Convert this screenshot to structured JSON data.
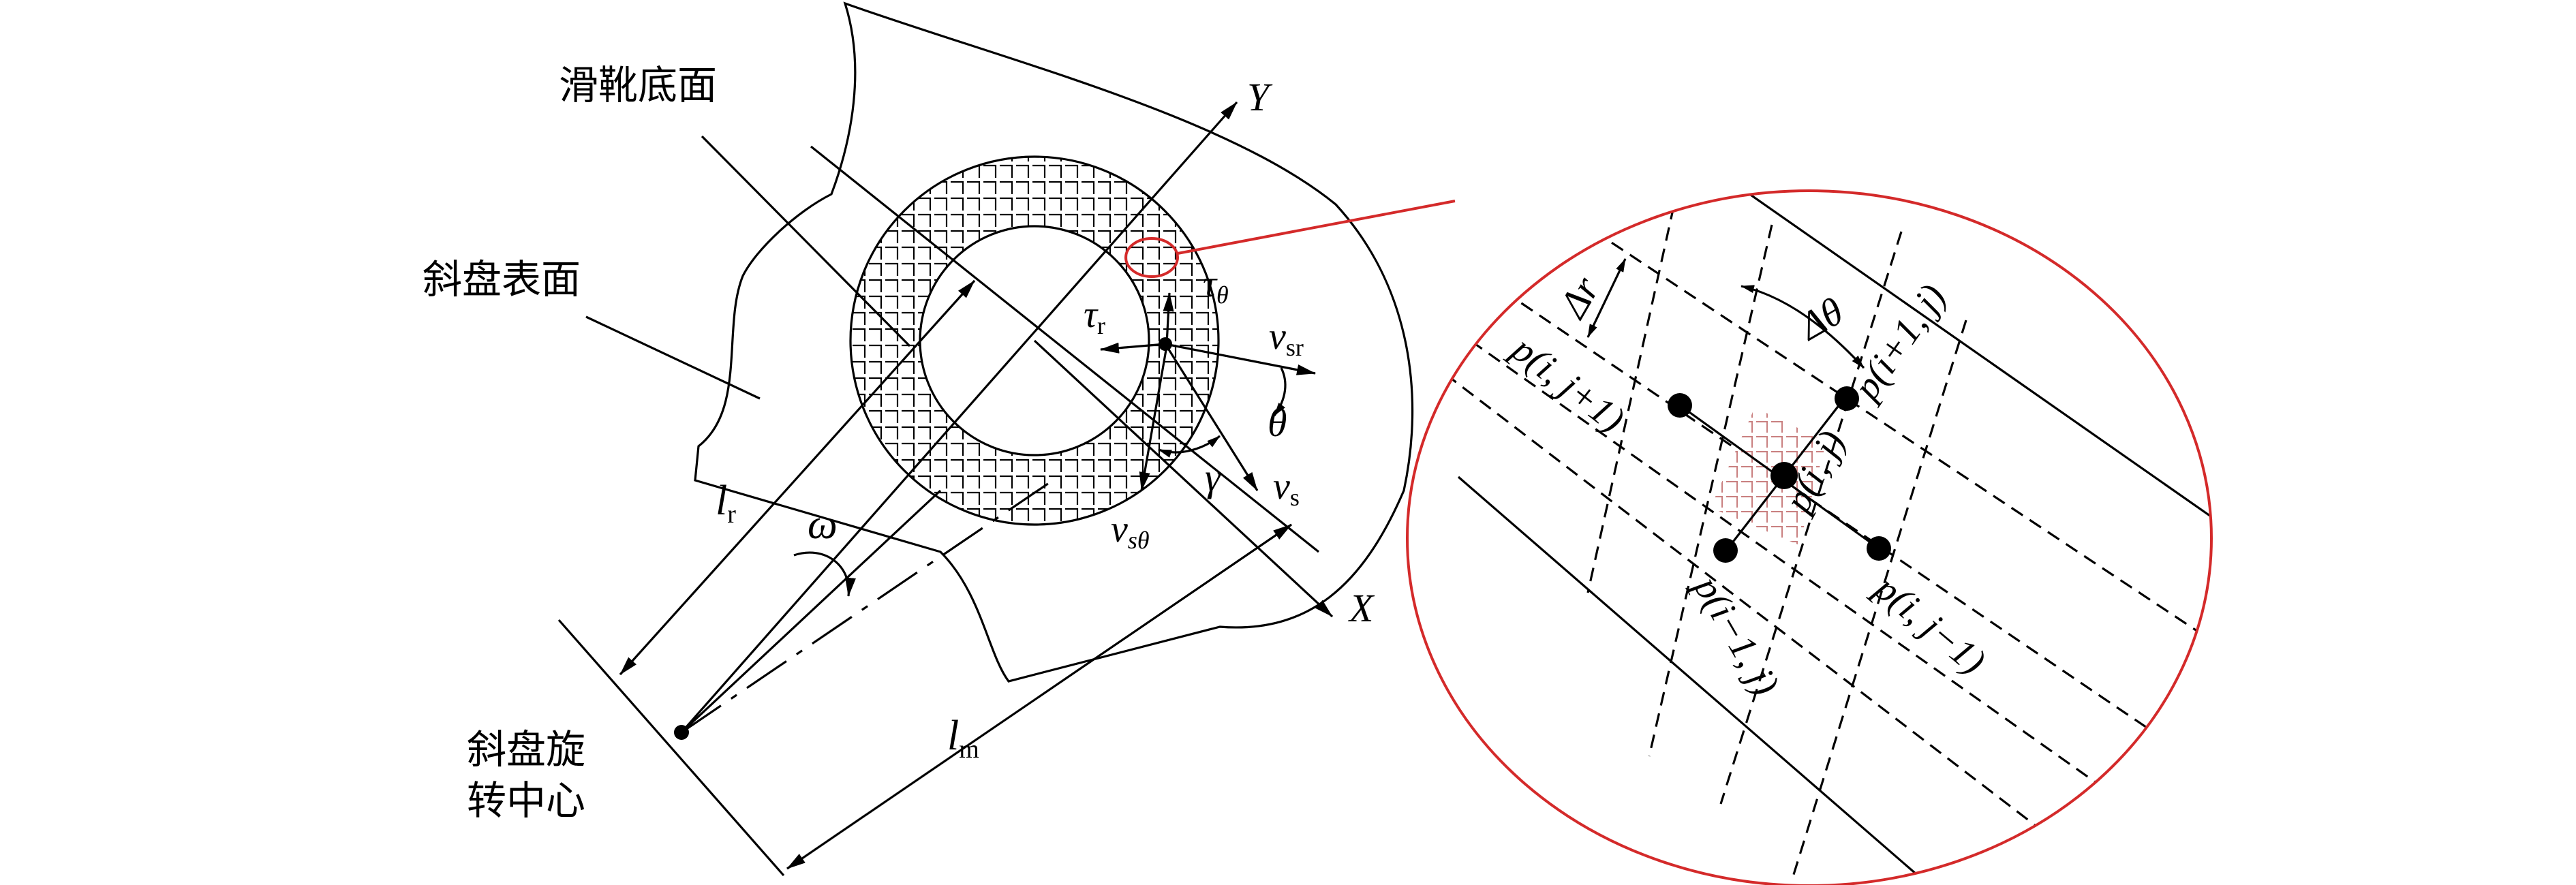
{
  "labels": {
    "slipper_bottom": "滑靴底面",
    "swashplate_surface": "斜盘表面",
    "rotation_center_line1": "斜盘旋",
    "rotation_center_line2": "转中心",
    "axis_y": "Y",
    "axis_x": "X",
    "omega": "ω",
    "l_r_main": "l",
    "l_r_sub": "r",
    "l_m_main": "l",
    "l_m_sub": "m",
    "tau_r_main": "τ",
    "tau_r_sub": "r",
    "tau_theta_main": "τ",
    "tau_theta_sub": "θ",
    "v_sr_main": "v",
    "v_sr_sub": "sr",
    "v_s_theta_main": "v",
    "v_s_theta_sub": "sθ",
    "v_s_main": "v",
    "v_s_sub": "s",
    "theta": "θ",
    "gamma": "γ"
  },
  "inset": {
    "delta_r": "Δr",
    "delta_theta": "Δθ",
    "p_i_j1": "p(i, j+1)",
    "p_i1_j": "p(i+1, j)",
    "p_i_j": "p(i, j)",
    "p_im1_j": "p(i−1, j)",
    "p_i_jm1": "p(i, j−1)"
  },
  "colors": {
    "line": "#000000",
    "callout": "#d42a2a",
    "highlight_hatch": "#c98080"
  }
}
